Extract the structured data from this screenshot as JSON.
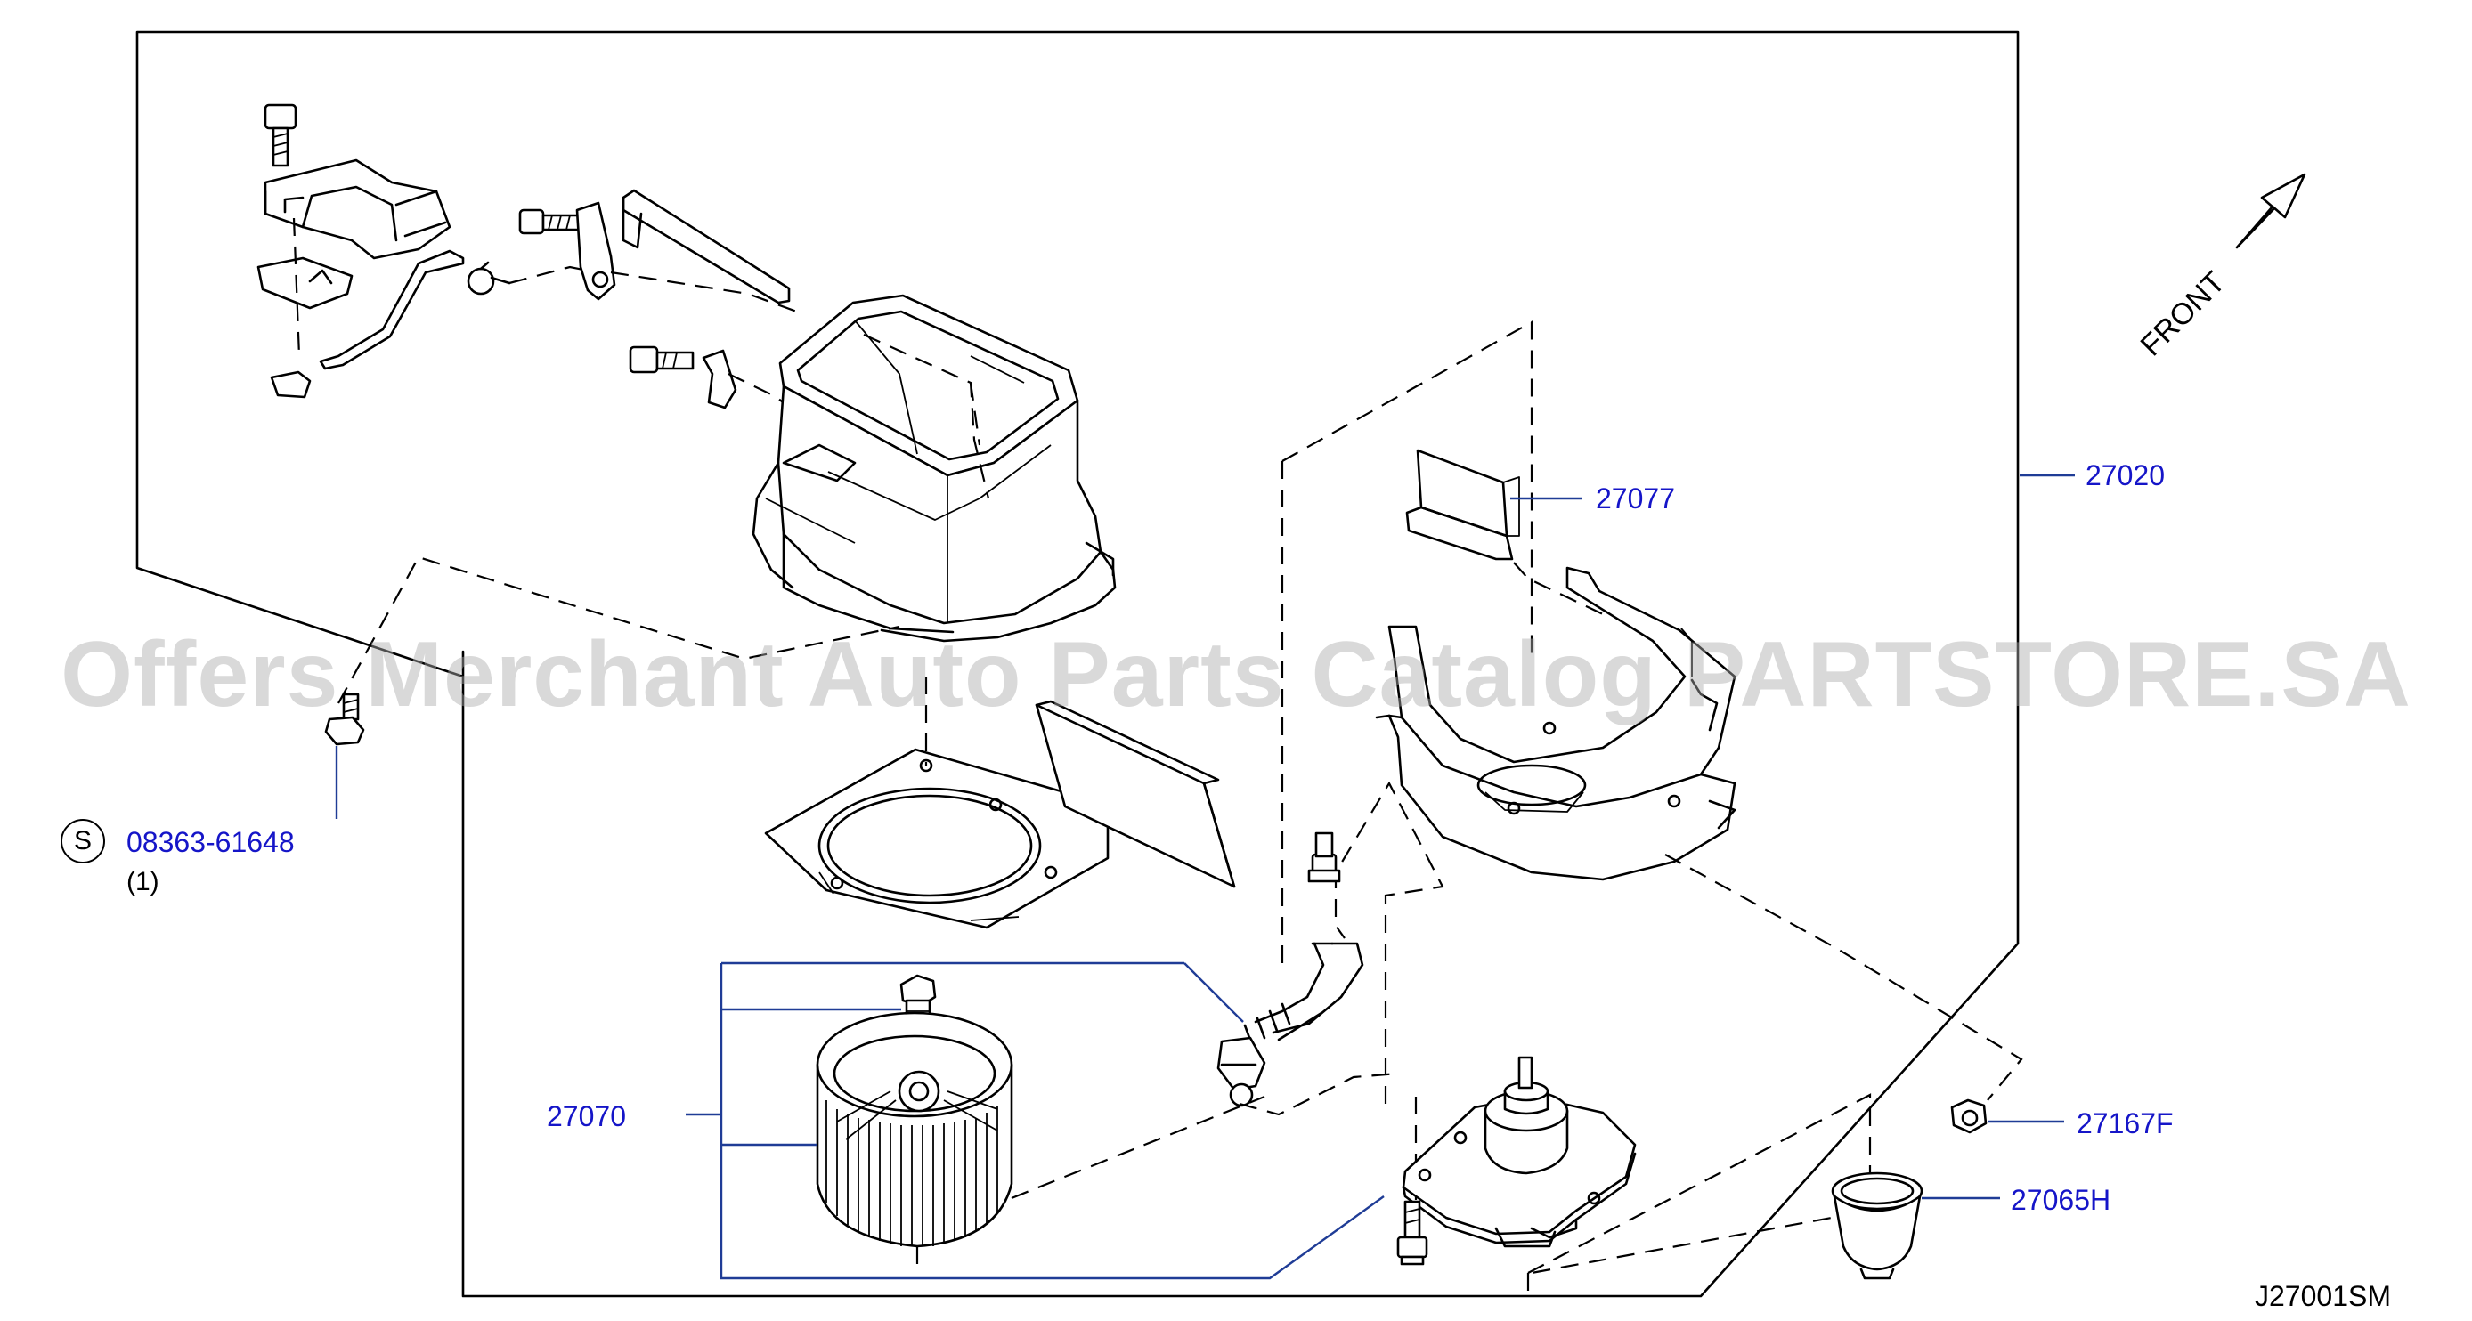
{
  "diagram": {
    "watermark": "Offers Merchant Auto Parts Catalog PARTSTORE.SA",
    "front_label": "FRONT",
    "sheet_code": "J27001SM",
    "service_symbol": "S",
    "parts": {
      "p27020": "27020",
      "p27077": "27077",
      "p27070": "27070",
      "p27167F": "27167F",
      "p27065H": "27065H",
      "screw": "08363-61648",
      "screw_qty": "(1)"
    },
    "colors": {
      "label": "#1515c8",
      "leader": "#1f3c96",
      "line": "#000000",
      "watermark": "#aaaaaa"
    }
  }
}
